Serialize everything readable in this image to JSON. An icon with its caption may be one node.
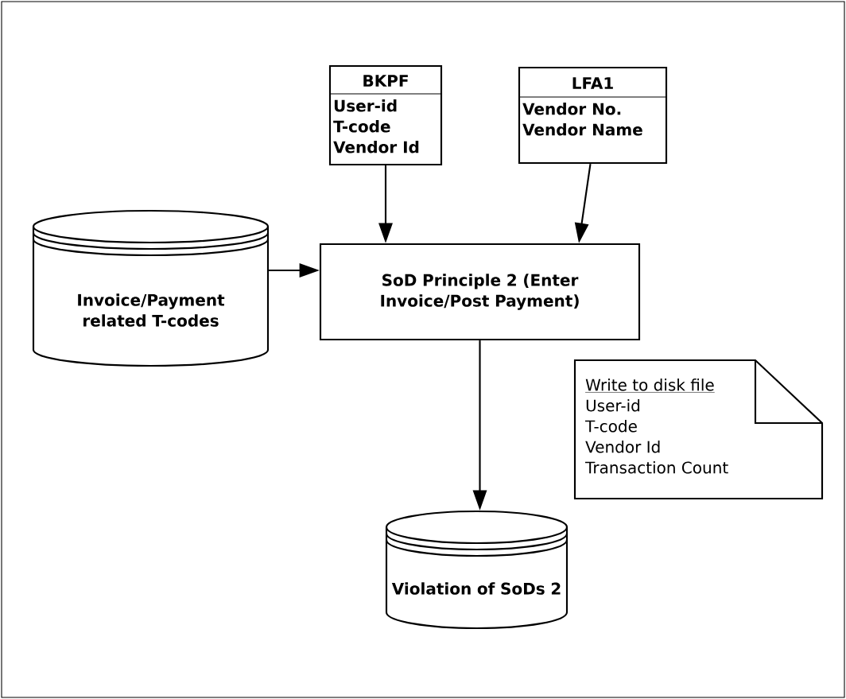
{
  "diagram": {
    "nodes": [
      {
        "text": [
          "BKPF",
          "User-id",
          "T-code",
          "Vendor Id"
        ]
      },
      {
        "text": [
          "LFA1",
          "Vendor No.",
          "Vendor Name"
        ]
      },
      {
        "text": [
          "Invoice/Payment related T-codes"
        ]
      },
      {
        "text": [
          "SoD Principle 2 (Enter Invoice/Post Payment)"
        ]
      },
      {
        "text": [
          "Violation of SoDs 2"
        ]
      },
      {
        "text": [
          "Write to disk file",
          "User-id",
          "T-code",
          "Vendor Id",
          "Transaction Count"
        ]
      }
    ],
    "edges": [
      {
        "from": 0,
        "to": 3,
        "arrow": "to"
      },
      {
        "from": 1,
        "to": 3,
        "arrow": "to"
      },
      {
        "from": 2,
        "to": 3,
        "arrow": "to"
      },
      {
        "from": 3,
        "to": 4,
        "arrow": "to"
      }
    ]
  }
}
